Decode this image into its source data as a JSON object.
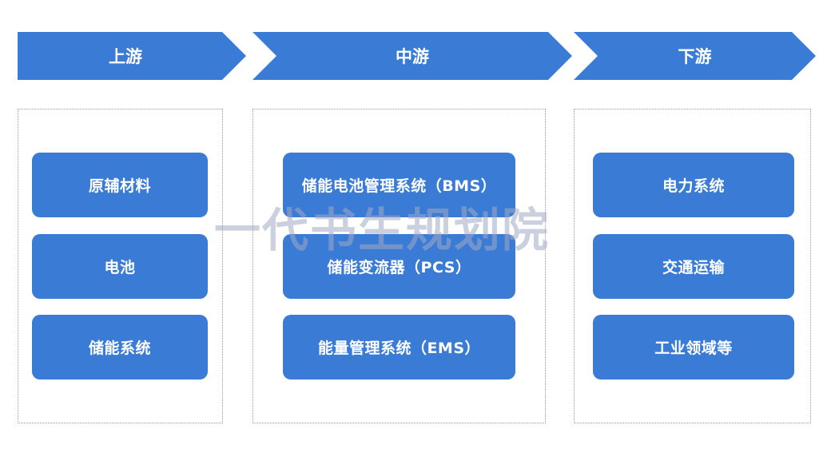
{
  "stages": {
    "upstream": "上游",
    "midstream": "中游",
    "downstream": "下游"
  },
  "upstream_items": [
    "原辅材料",
    "电池",
    "储能系统"
  ],
  "midstream_items": [
    "储能电池管理系统（BMS）",
    "储能变流器（PCS）",
    "能量管理系统（EMS）"
  ],
  "downstream_items": [
    "电力系统",
    "交通运输",
    "工业领域等"
  ],
  "watermark": "一代书生规划院",
  "colors": {
    "accent": "#3a7bd5",
    "border": "#9a9a9a"
  }
}
